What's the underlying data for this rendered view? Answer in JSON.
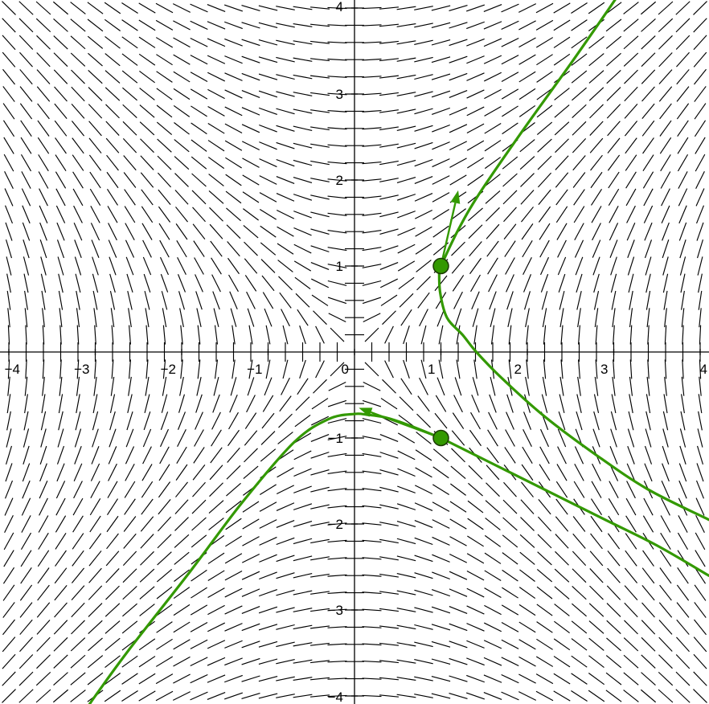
{
  "chart_data": {
    "type": "slope-field",
    "title": "",
    "xlabel": "",
    "ylabel": "",
    "xlim": [
      -4.1,
      4.1
    ],
    "ylim": [
      -4.1,
      4.1
    ],
    "grid": false,
    "x_ticks": [
      -4,
      -3,
      -2,
      -1,
      0,
      1,
      2,
      3,
      4
    ],
    "y_ticks": [
      -4,
      -3,
      -2,
      -1,
      1,
      2,
      3,
      4
    ],
    "x_tick_labels": [
      "−4",
      "−3",
      "−2",
      "−1",
      "0",
      "1",
      "2",
      "3",
      "4"
    ],
    "y_tick_labels": [
      "−4",
      "−3",
      "−2",
      "−1",
      "1",
      "2",
      "3",
      "4"
    ],
    "slope_field": {
      "equation": "dy/dx = x/y",
      "spacing": 0.2
    },
    "curve_color": "#339900",
    "initial_points": [
      {
        "x": 1,
        "y": 1
      },
      {
        "x": 1,
        "y": -1
      }
    ],
    "series": [
      {
        "points": [
          [
            0.98,
            1.0
          ],
          [
            0.99,
            0.7
          ],
          [
            1.07,
            0.4
          ],
          [
            1.25,
            0.2
          ],
          [
            1.41,
            0.0
          ],
          [
            1.7,
            -0.3
          ],
          [
            2.2,
            -0.75
          ],
          [
            2.8,
            -1.2
          ],
          [
            3.4,
            -1.6
          ],
          [
            4.1,
            -1.95
          ]
        ]
      },
      {
        "points": [
          [
            1.0,
            1.0
          ],
          [
            1.2,
            1.42
          ],
          [
            1.45,
            1.85
          ],
          [
            1.95,
            2.58
          ],
          [
            2.5,
            3.35
          ],
          [
            2.95,
            4.0
          ],
          [
            3.05,
            4.15
          ]
        ]
      },
      {
        "points": [
          [
            1.0,
            -1.0
          ],
          [
            0.6,
            -0.84
          ],
          [
            0.35,
            -0.76
          ],
          [
            0.15,
            -0.73
          ],
          [
            0.0,
            -0.72
          ],
          [
            -0.3,
            -0.78
          ],
          [
            -0.7,
            -1.05
          ],
          [
            -1.3,
            -1.75
          ],
          [
            -1.9,
            -2.55
          ],
          [
            -2.6,
            -3.45
          ],
          [
            -3.0,
            -4.0
          ],
          [
            -3.1,
            -4.15
          ]
        ]
      },
      {
        "points": [
          [
            1.0,
            -1.0
          ],
          [
            1.5,
            -1.25
          ],
          [
            2.2,
            -1.6
          ],
          [
            2.9,
            -1.95
          ],
          [
            3.5,
            -2.25
          ],
          [
            4.1,
            -2.6
          ]
        ]
      }
    ],
    "direction_arrows": [
      {
        "from": [
          1.0,
          1.0
        ],
        "to": [
          1.2,
          1.88
        ]
      },
      {
        "from": [
          1.0,
          -1.0
        ],
        "to": [
          0.05,
          -0.65
        ]
      }
    ]
  }
}
